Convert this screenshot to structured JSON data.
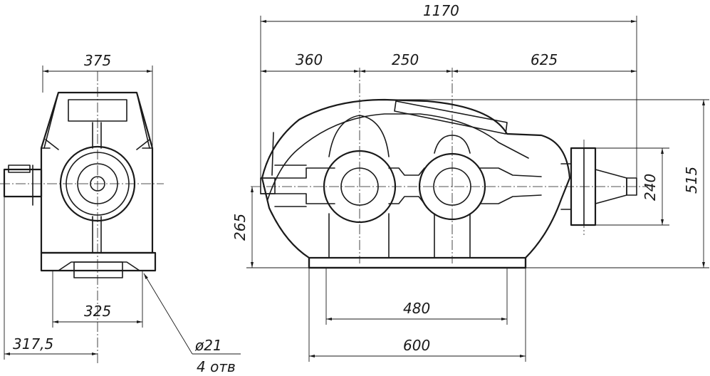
{
  "side_view": {
    "dim_overall_width": "375",
    "dim_base_width": "325",
    "dim_offset": "317,5",
    "hole_diameter": "ø21",
    "hole_count": "4 отв"
  },
  "front_view": {
    "dim_overall_length": "1170",
    "dim_left_segment": "360",
    "dim_middle_segment": "250",
    "dim_right_segment": "625",
    "dim_overall_height": "515",
    "dim_axis_height": "265",
    "dim_flange": "240",
    "dim_base_length": "600",
    "dim_bolt_spacing": "480"
  }
}
